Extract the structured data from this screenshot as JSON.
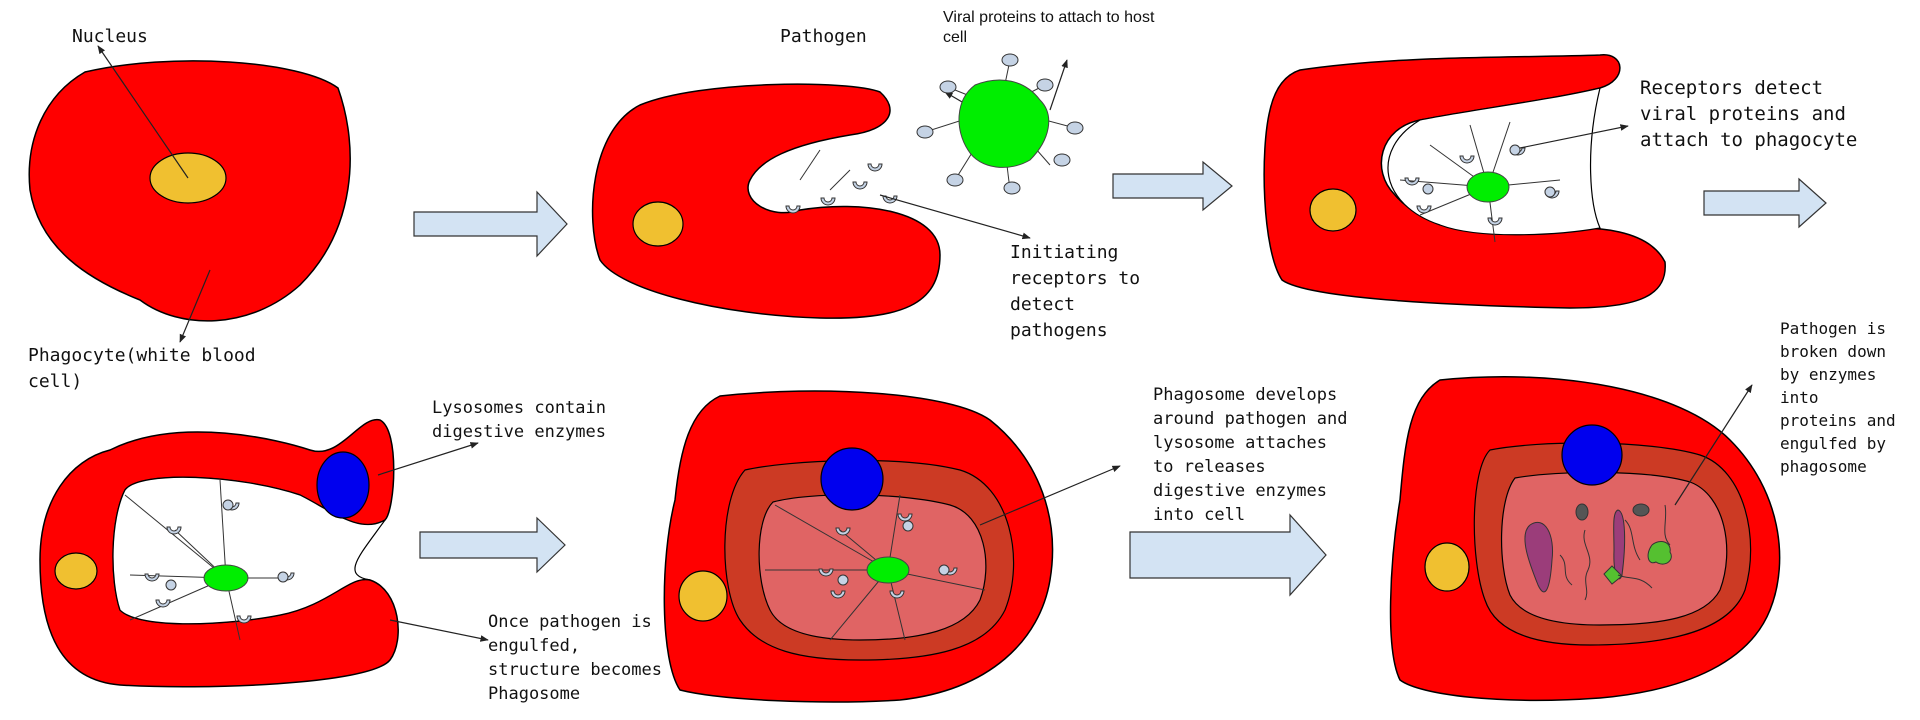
{
  "labels": {
    "nucleus": "Nucleus",
    "phagocyte_1": "Phagocyte(white blood",
    "phagocyte_2": "cell)",
    "pathogen": "Pathogen",
    "viral_1": "Viral proteins to attach to host",
    "viral_2": "cell",
    "init_1": "Initiating",
    "init_2": "receptors to",
    "init_3": "detect",
    "init_4": "pathogens",
    "recep_1": "Receptors detect",
    "recep_2": "viral proteins and",
    "recep_3": "attach to phagocyte",
    "lyso_1": "Lysosomes contain",
    "lyso_2": "digestive enzymes",
    "once_1": "Once pathogen is",
    "once_2": "engulfed,",
    "once_3": "structure becomes",
    "once_4": "Phagosome",
    "phago_1": "Phagosome develops",
    "phago_2": "around pathogen and",
    "phago_3": "lysosome attaches",
    "phago_4": "to  releases",
    "phago_5": "digestive enzymes",
    "phago_6": "into cell",
    "broken_1": "Pathogen is",
    "broken_2": "broken down",
    "broken_3": "by enzymes",
    "broken_4": "into",
    "broken_5": "proteins and",
    "broken_6": "engulfed by",
    "broken_7": "phagosome"
  },
  "colors": {
    "cell": "#ff0000",
    "nucleus": "#f0c030",
    "pathogen": "#00ee00",
    "lysosome": "#0000ee",
    "phagosome_outer": "#cc3a24",
    "phagosome_inner": "#e06464",
    "arrow_fill": "#d3e3f3",
    "receptor": "#c5d3e5"
  }
}
